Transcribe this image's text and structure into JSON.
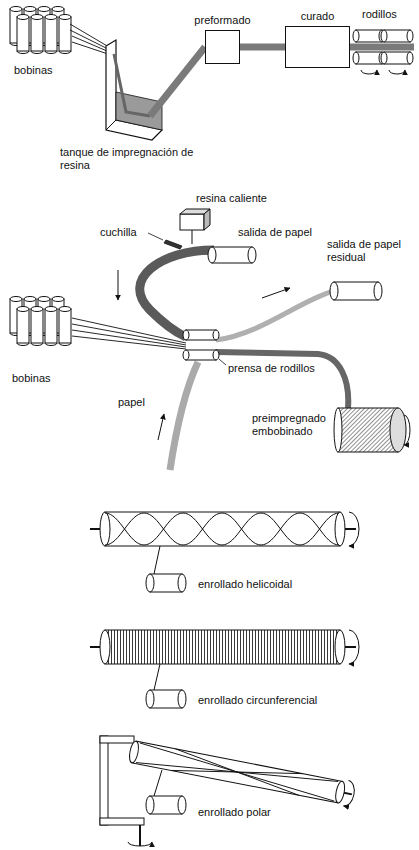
{
  "diagram": {
    "nodes": [
      {
        "text": [
          "preformado"
        ]
      },
      {
        "text": [
          "curado"
        ]
      }
    ],
    "edges": [
      {
        "from": 0,
        "to": 1,
        "arrow": "none"
      }
    ],
    "labels": [
      "bobinas",
      "rodillos",
      "tanque de impregnación de resina",
      "resina caliente",
      "cuchilla",
      "salida de papel",
      "salida de papel residual",
      "bobinas",
      "prensa de rodillos",
      "papel",
      "preimpregnado embobinado",
      "enrollado helicoidal",
      "enrollado circunferencial",
      "enrollado polar"
    ]
  }
}
